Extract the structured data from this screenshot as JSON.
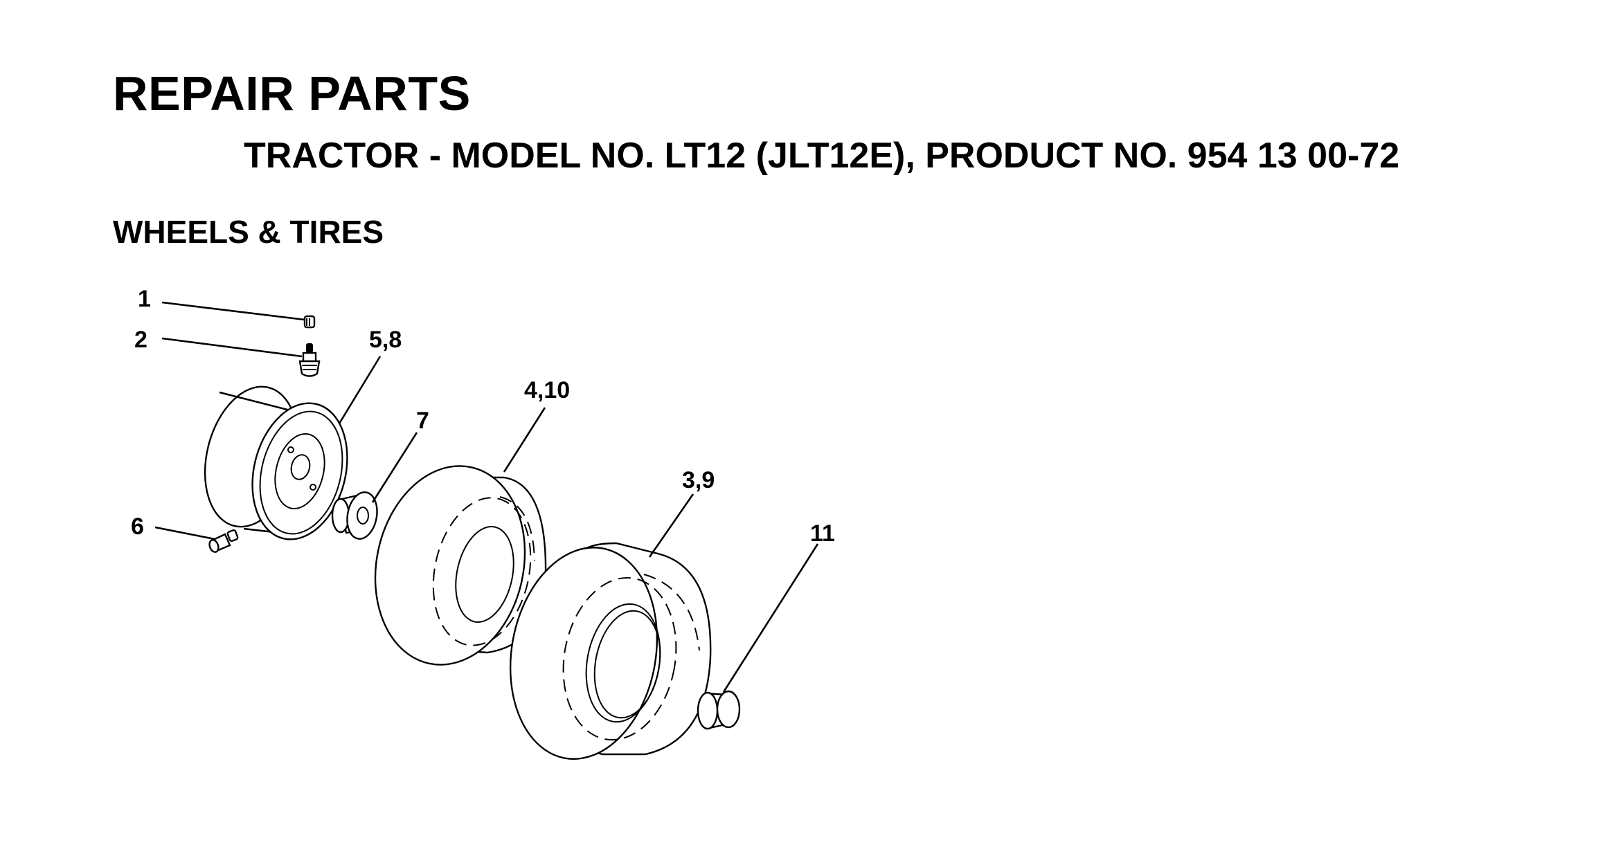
{
  "header": {
    "title": "REPAIR PARTS",
    "subtitle": "TRACTOR - MODEL NO. LT12 (JLT12E), PRODUCT NO. 954 13 00-72",
    "section": "WHEELS & TIRES"
  },
  "callouts": {
    "c1": "1",
    "c2": "2",
    "c58": "5,8",
    "c7": "7",
    "c410": "4,10",
    "c39": "3,9",
    "c6": "6",
    "c11": "11"
  }
}
